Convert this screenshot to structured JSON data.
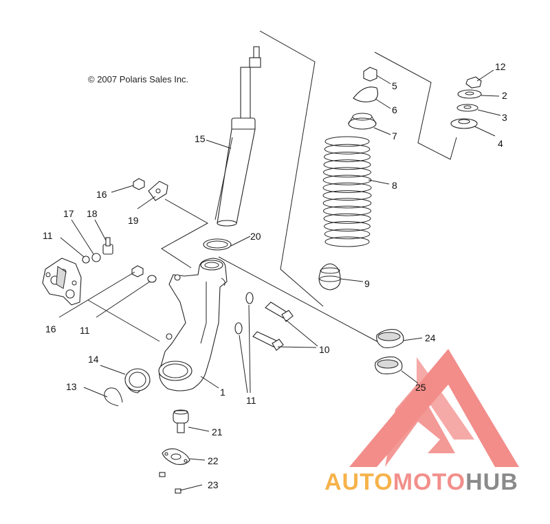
{
  "copyright": "© 2007 Polaris Sales Inc.",
  "labels": [
    "1",
    "2",
    "3",
    "4",
    "5",
    "6",
    "7",
    "8",
    "9",
    "10",
    "11",
    "11",
    "11",
    "12",
    "13",
    "14",
    "15",
    "16",
    "16",
    "17",
    "18",
    "19",
    "20",
    "21",
    "22",
    "23",
    "24",
    "25"
  ],
  "watermark": {
    "part_a": "AUTO",
    "part_b": "MOTO",
    "part_c": "HUB",
    "color_a": "#f6b24a",
    "color_b": "#f28f8b",
    "color_c": "#8a8a8a",
    "logo_color": "#f07a76"
  }
}
